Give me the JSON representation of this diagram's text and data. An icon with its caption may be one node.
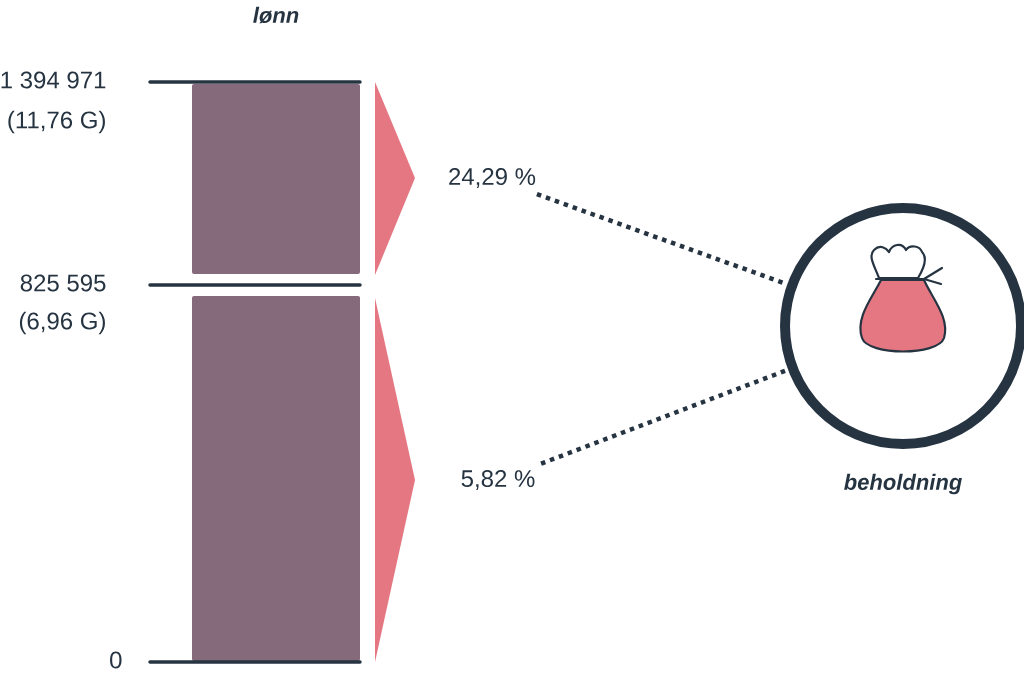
{
  "diagram": {
    "title": "lønn",
    "nodes": [
      {
        "text": [
          "24,29 %"
        ]
      },
      {
        "text": [
          "5,82 %"
        ]
      },
      {
        "text": [],
        "shape": "circle",
        "beside": [
          "beholdning"
        ]
      }
    ],
    "edges": [
      {
        "from": 0,
        "to": 2,
        "arrow": "none",
        "style": "dashed"
      },
      {
        "from": 1,
        "to": 2,
        "arrow": "none",
        "style": "dashed"
      }
    ],
    "labels": [
      "1 394 971",
      "(11,76 G)",
      "825 595",
      "(6,96 G)",
      "0"
    ]
  }
}
